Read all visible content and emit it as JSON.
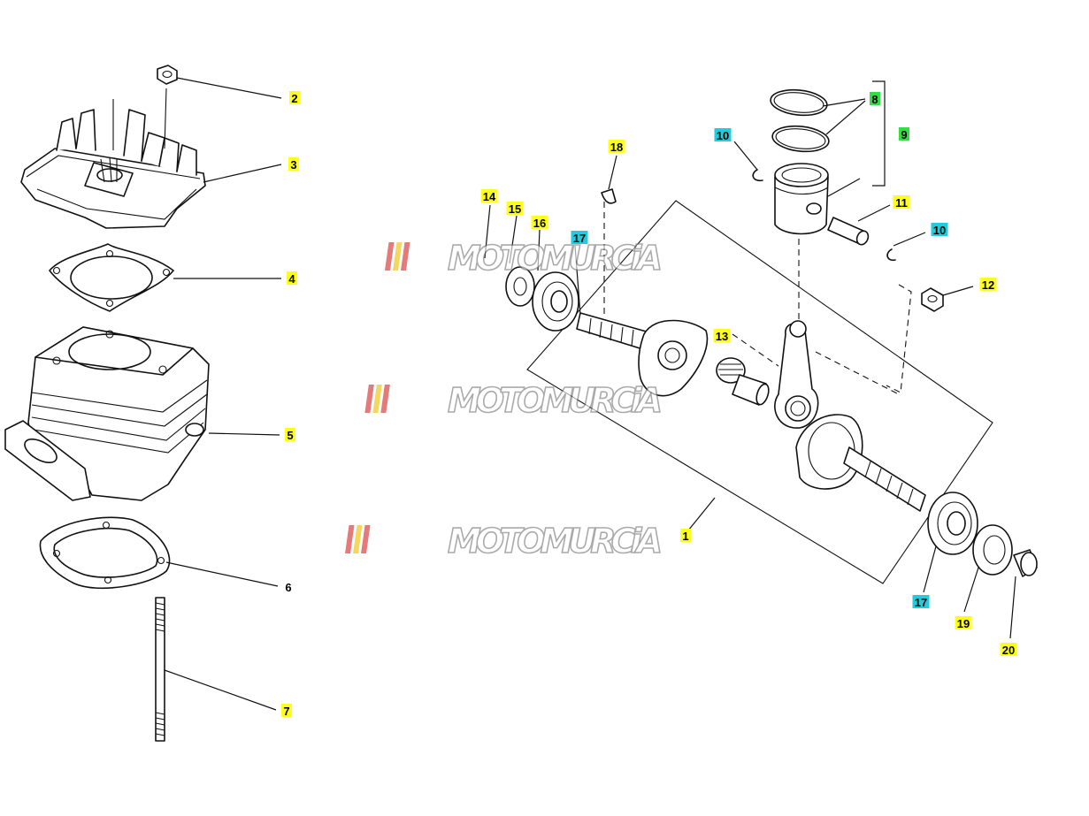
{
  "colors": {
    "yellow": "#ffff1a",
    "green": "#33dd44",
    "cyan": "#22ccdd",
    "watermark_red": "#d42a2a",
    "watermark_yellow": "#f0c000"
  },
  "watermark": {
    "text": "MOTOMURCiA"
  },
  "callouts": [
    {
      "id": "c2",
      "text": "2",
      "hl": "yellow"
    },
    {
      "id": "c3",
      "text": "3",
      "hl": "yellow"
    },
    {
      "id": "c4",
      "text": "4",
      "hl": "yellow"
    },
    {
      "id": "c5",
      "text": "5",
      "hl": "yellow"
    },
    {
      "id": "c6",
      "text": "6",
      "hl": "none"
    },
    {
      "id": "c7",
      "text": "7",
      "hl": "yellow"
    },
    {
      "id": "c8",
      "text": "8",
      "hl": "green"
    },
    {
      "id": "c9",
      "text": "9",
      "hl": "green"
    },
    {
      "id": "c10a",
      "text": "10",
      "hl": "cyan"
    },
    {
      "id": "c10b",
      "text": "10",
      "hl": "cyan"
    },
    {
      "id": "c11",
      "text": "11",
      "hl": "yellow"
    },
    {
      "id": "c12",
      "text": "12",
      "hl": "yellow"
    },
    {
      "id": "c13",
      "text": "13",
      "hl": "yellow"
    },
    {
      "id": "c14",
      "text": "14",
      "hl": "yellow"
    },
    {
      "id": "c15",
      "text": "15",
      "hl": "yellow"
    },
    {
      "id": "c16",
      "text": "16",
      "hl": "yellow"
    },
    {
      "id": "c17a",
      "text": "17",
      "hl": "cyan"
    },
    {
      "id": "c17b",
      "text": "17",
      "hl": "cyan"
    },
    {
      "id": "c18",
      "text": "18",
      "hl": "yellow"
    },
    {
      "id": "c19",
      "text": "19",
      "hl": "yellow"
    },
    {
      "id": "c20",
      "text": "20",
      "hl": "yellow"
    },
    {
      "id": "c1",
      "text": "1",
      "hl": "yellow"
    }
  ]
}
